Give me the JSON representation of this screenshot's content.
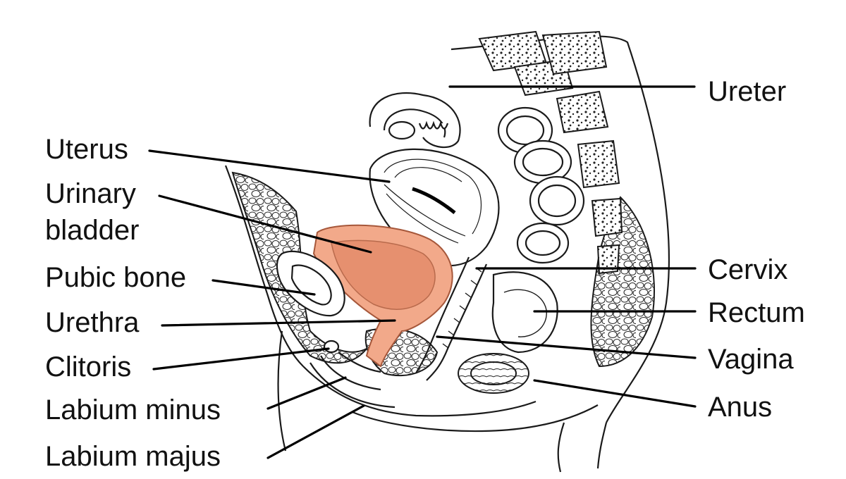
{
  "diagram": {
    "colors": {
      "ink": "#1a1a1a",
      "bladder_fill": "#f2a98a",
      "bladder_lumen": "#e6906f",
      "background": "#ffffff"
    },
    "labels": {
      "ureter": "Ureter",
      "uterus": "Uterus",
      "urinary_bladder_line1": "Urinary",
      "urinary_bladder_line2": "bladder",
      "pubic_bone": "Pubic bone",
      "urethra": "Urethra",
      "clitoris": "Clitoris",
      "labium_minus": "Labium minus",
      "labium_majus": "Labium majus",
      "cervix": "Cervix",
      "rectum": "Rectum",
      "vagina": "Vagina",
      "anus": "Anus"
    }
  }
}
